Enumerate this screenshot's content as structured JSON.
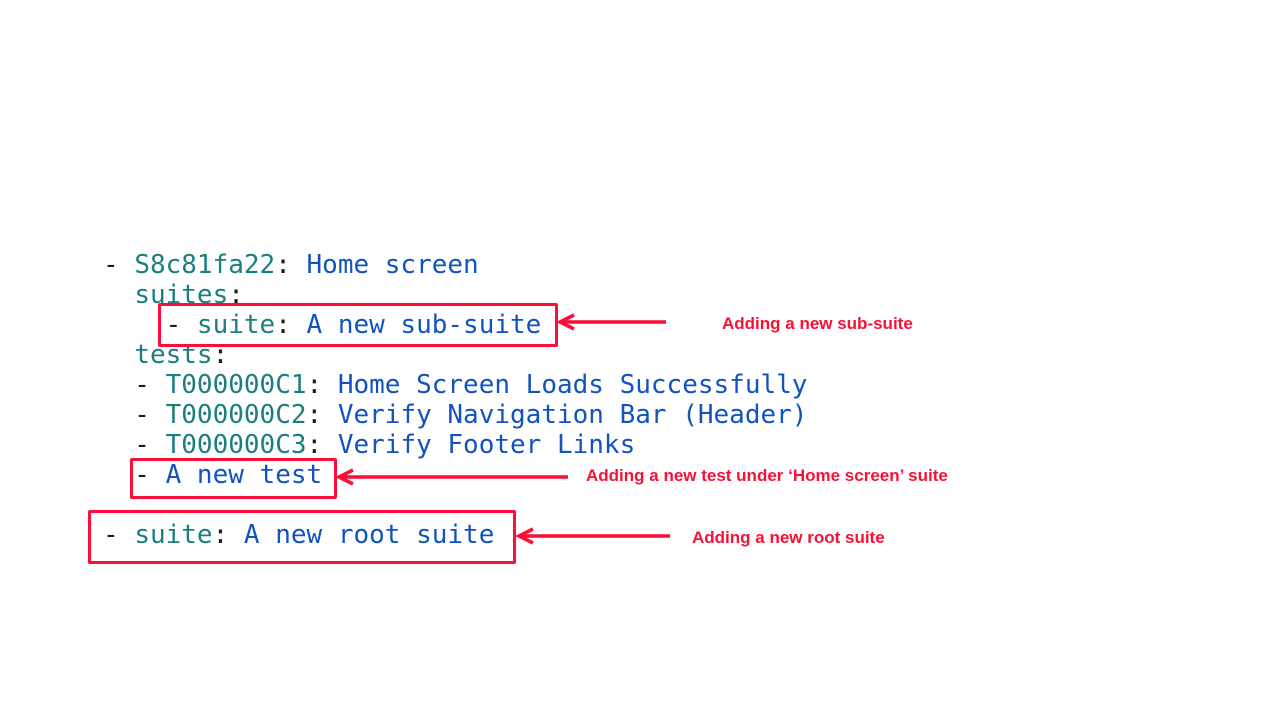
{
  "page": {
    "background": "#ffffff"
  },
  "colors": {
    "key_teal": "#1b7f7f",
    "value_blue": "#1353c0",
    "punct_black": "#1c1c1c",
    "accent_red": "#fa0f37"
  },
  "yaml": {
    "lines": [
      {
        "segments": [
          {
            "t": "- ",
            "c": "punct"
          },
          {
            "t": "S8c81fa22",
            "c": "key"
          },
          {
            "t": ": ",
            "c": "punct"
          },
          {
            "t": "Home screen",
            "c": "value"
          }
        ]
      },
      {
        "segments": [
          {
            "t": "  ",
            "c": "punct"
          },
          {
            "t": "suites",
            "c": "key"
          },
          {
            "t": ":",
            "c": "punct"
          }
        ]
      },
      {
        "segments": [
          {
            "t": "    - ",
            "c": "punct"
          },
          {
            "t": "suite",
            "c": "key"
          },
          {
            "t": ": ",
            "c": "punct"
          },
          {
            "t": "A new sub-suite",
            "c": "value"
          }
        ]
      },
      {
        "segments": [
          {
            "t": "  ",
            "c": "punct"
          },
          {
            "t": "tests",
            "c": "key"
          },
          {
            "t": ":",
            "c": "punct"
          }
        ]
      },
      {
        "segments": [
          {
            "t": "  - ",
            "c": "punct"
          },
          {
            "t": "T000000C1",
            "c": "key"
          },
          {
            "t": ": ",
            "c": "punct"
          },
          {
            "t": "Home Screen Loads Successfully",
            "c": "value"
          }
        ]
      },
      {
        "segments": [
          {
            "t": "  - ",
            "c": "punct"
          },
          {
            "t": "T000000C2",
            "c": "key"
          },
          {
            "t": ": ",
            "c": "punct"
          },
          {
            "t": "Verify Navigation Bar (Header)",
            "c": "value"
          }
        ]
      },
      {
        "segments": [
          {
            "t": "  - ",
            "c": "punct"
          },
          {
            "t": "T000000C3",
            "c": "key"
          },
          {
            "t": ": ",
            "c": "punct"
          },
          {
            "t": "Verify Footer Links",
            "c": "value"
          }
        ]
      },
      {
        "segments": [
          {
            "t": "  - ",
            "c": "punct"
          },
          {
            "t": "A new test",
            "c": "value"
          }
        ]
      },
      {
        "segments": []
      },
      {
        "segments": [
          {
            "t": "- ",
            "c": "punct"
          },
          {
            "t": "suite",
            "c": "key"
          },
          {
            "t": ": ",
            "c": "punct"
          },
          {
            "t": "A new root suite",
            "c": "value"
          }
        ]
      }
    ]
  },
  "callouts": [
    {
      "label": "Adding a new sub-suite"
    },
    {
      "label": "Adding a new test under ‘Home screen’ suite"
    },
    {
      "label": "Adding a new root suite"
    }
  ]
}
